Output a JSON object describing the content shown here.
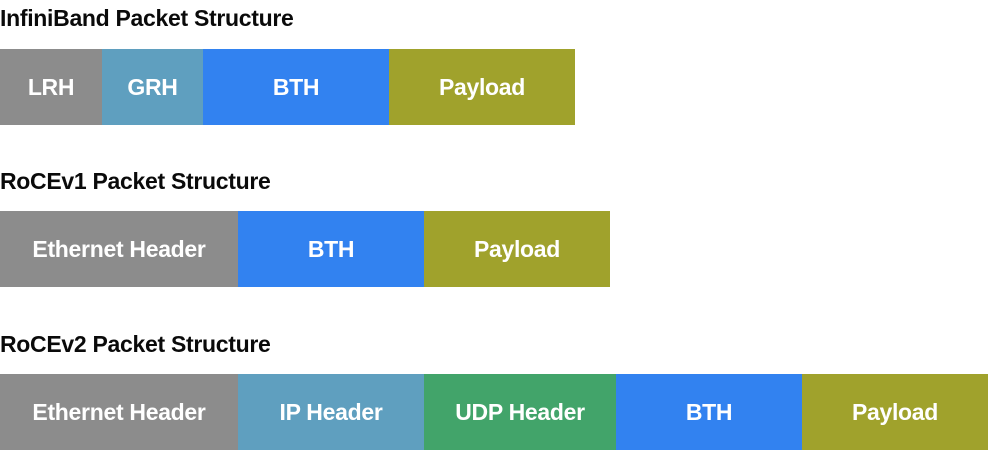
{
  "diagrams": [
    {
      "title": "InfiniBand Packet Structure",
      "segments": [
        {
          "label": "LRH",
          "color": "#8c8c8c"
        },
        {
          "label": "GRH",
          "color": "#5f9fbf"
        },
        {
          "label": "BTH",
          "color": "#3282f0"
        },
        {
          "label": "Payload",
          "color": "#a0a22c"
        }
      ]
    },
    {
      "title": "RoCEv1 Packet Structure",
      "segments": [
        {
          "label": "Ethernet Header",
          "color": "#8c8c8c"
        },
        {
          "label": "BTH",
          "color": "#3282f0"
        },
        {
          "label": "Payload",
          "color": "#a0a22c"
        }
      ]
    },
    {
      "title": "RoCEv2 Packet Structure",
      "segments": [
        {
          "label": "Ethernet Header",
          "color": "#8c8c8c"
        },
        {
          "label": "IP Header",
          "color": "#5f9fbf"
        },
        {
          "label": "UDP Header",
          "color": "#42a46a"
        },
        {
          "label": "BTH",
          "color": "#3282f0"
        },
        {
          "label": "Payload",
          "color": "#a0a22c"
        }
      ]
    }
  ]
}
